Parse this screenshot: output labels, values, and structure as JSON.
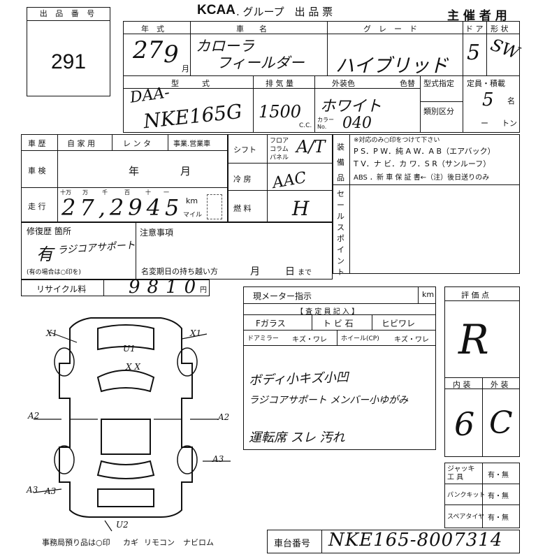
{
  "header": {
    "brand": "KCAA",
    "title_rest": ". グループ　出 品 票",
    "organizer": "主 催 者 用"
  },
  "lot": {
    "label": "出 品 番 号",
    "number": "291"
  },
  "vehicle": {
    "year_label": "年　式",
    "year_value": "27",
    "month_value": "9",
    "month_unit": "月",
    "model_label": "車　　名",
    "model_value_1": "カローラ",
    "model_value_2": "フィールダー",
    "grade_label": "グ　レ　ー　ド",
    "grade_value": "ハイブリッド",
    "doors_label": "ド ア",
    "doors_value": "5",
    "shape_label": "形 状",
    "shape_value": "SW",
    "type_label": "型　　　式",
    "type_value_1": "DAA-",
    "type_value_2": "NKE165G",
    "displacement_label": "排 気 量",
    "displacement_value": "1500",
    "cc_unit": "C.C.",
    "color_label": "外装色",
    "color_value": "ホワイト",
    "color_change_label": "色替",
    "color_no_label": "カラー No.",
    "color_no_value": "040",
    "type_designation_label": "型式指定",
    "category_label": "類別区分",
    "capacity_label": "定員・積載",
    "capacity_value": "5",
    "capacity_unit": "名",
    "load_value": "ー",
    "load_unit": "トン"
  },
  "history": {
    "label": "車 歴",
    "private_label": "自 家 用",
    "rental_label": "レ ン タ",
    "business_label": "事業.営業車",
    "inspection_label": "車 検",
    "year_unit": "年",
    "month_unit": "月"
  },
  "mileage": {
    "label": "走 行",
    "digit_labels": [
      "十万",
      "万",
      "千",
      "百",
      "十",
      "一"
    ],
    "value": "27,2945",
    "km_label": "km",
    "mile_label": "マイル"
  },
  "equipment": {
    "shift_label": "シフト",
    "shift_opts": [
      "フロア",
      "コラム",
      "パネル"
    ],
    "shift_value": "A/T",
    "ac_label": "冷 房",
    "ac_value": "AAC",
    "fuel_label": "燃 料",
    "fuel_value": "H",
    "sales_label": "セールスポイント",
    "equip_label": "装備品",
    "equip_note": "※対応のみ○印をつけて下さい",
    "equip_line1": "P S．P W．純 A W．A B（エアバック）",
    "equip_line2": "T V．ナ ビ．カ ワ．S R（サンルーフ）",
    "equip_line3": "ABS ．新 車 保 証 書←（注）後日送りのみ"
  },
  "repair": {
    "label": "修復歴 箇所",
    "value": "有",
    "value_note": "ラジコアサポート",
    "note": "(有の場合は○印を)"
  },
  "notes": {
    "label": "注意事項",
    "deadline_label": "名変期日の持ち越い方",
    "deadline_month": "月",
    "deadline_day": "日",
    "deadline_suffix": "まで"
  },
  "recycle": {
    "label": "リサイクル料",
    "value": "9810",
    "unit": "円"
  },
  "meter": {
    "label": "現メーター指示",
    "unit": "km"
  },
  "inspector": {
    "label": "【 査 定 員 記 入 】",
    "glass_label": "Fガラス",
    "chip_label": "ト ビ 石",
    "crack_label": "ヒビワレ",
    "mirror_label": "ドアミラー",
    "mirror_opts": "キズ・ワレ",
    "wheel_label": "ホイール(CP)",
    "wheel_opts": "キズ・ワレ",
    "comment_1": "ボディ小キズ小凹",
    "comment_2": "ラジコアサポート メンバー小ゆがみ",
    "comment_3": "運転席 スレ 汚れ"
  },
  "score": {
    "label": "評 価 点",
    "value": "R",
    "interior_label": "内 装",
    "exterior_label": "外 装",
    "interior_value": "6",
    "exterior_value": "C"
  },
  "tools": {
    "jack_label": "ジャッキ 工 具",
    "puncture_label": "パンクキット",
    "spare_label": "スペアタイヤ",
    "opts": "有・無"
  },
  "diagram_marks": [
    "X1",
    "X1",
    "U1",
    "X X",
    "A2",
    "A2",
    "A3",
    "A3",
    "A3",
    "U2"
  ],
  "footer": {
    "office": "事務局預り品は○印",
    "key": "カギ",
    "remote": "リモコン",
    "navi": "ナビロム"
  },
  "chassis": {
    "label": "車台番号",
    "value": "NKE165-8007314"
  }
}
